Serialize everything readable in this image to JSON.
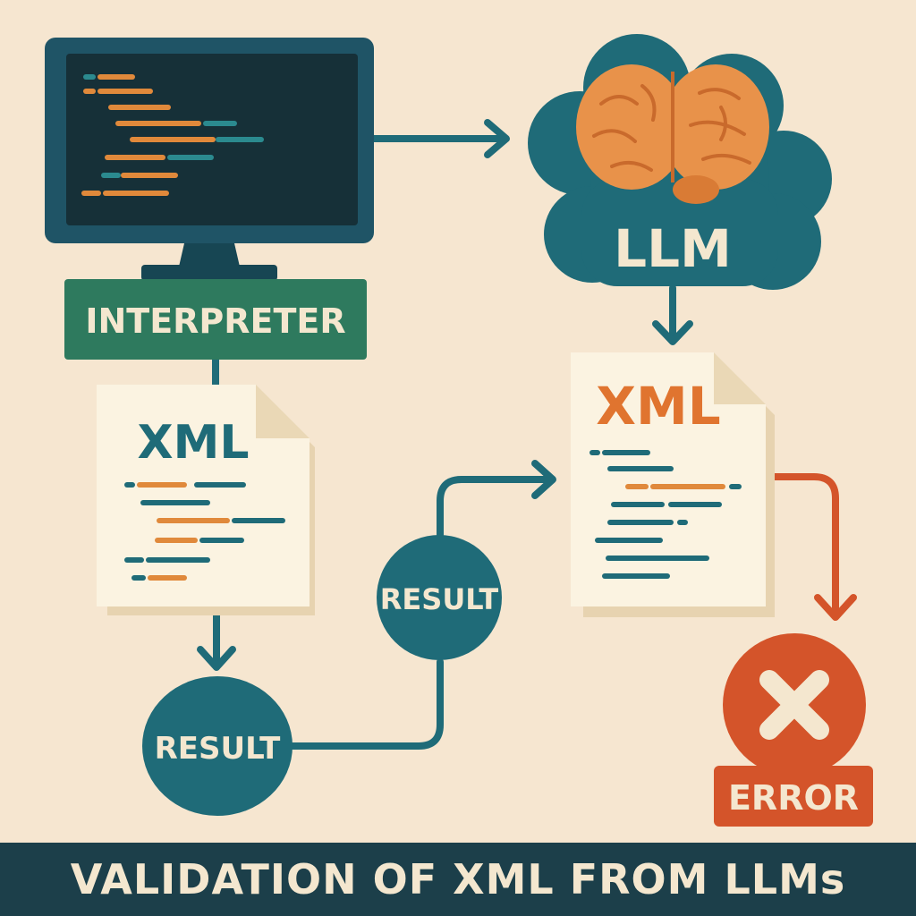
{
  "diagram": {
    "interpreter_label": "INTERPRETER",
    "llm_label": "LLM",
    "xml_left_label": "XML",
    "xml_right_label": "XML",
    "result_bottom_label": "RESULT",
    "result_middle_label": "RESULT",
    "error_label": "ERROR",
    "footer_title": "VALIDATION OF XML FROM LLMs"
  },
  "colors": {
    "background": "#f6e6d0",
    "teal": "#1f6b78",
    "dark_teal": "#174e5a",
    "green": "#2e7a5e",
    "orange": "#e0893b",
    "red": "#d4542a",
    "paper": "#fbf3e1",
    "footer": "#1c3f4a"
  },
  "icons": [
    "monitor-icon",
    "brain-icon",
    "cloud-icon",
    "document-icon",
    "x-icon"
  ]
}
